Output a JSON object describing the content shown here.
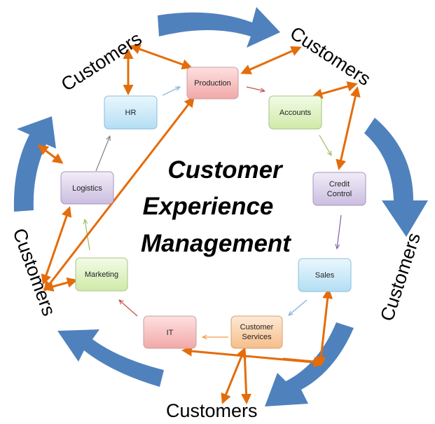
{
  "title": {
    "line1": "Customer",
    "line2": "Experience",
    "line3": "Management"
  },
  "customers": {
    "top_left": "Customers",
    "top_right": "Customers",
    "right": "Customers",
    "bottom": "Customers",
    "left": "Customers"
  },
  "departments": {
    "production": "Production",
    "accounts": "Accounts",
    "credit_control_1": "Credit",
    "credit_control_2": "Control",
    "sales": "Sales",
    "customer_services_1": "Customer",
    "customer_services_2": "Services",
    "it": "IT",
    "marketing": "Marketing",
    "logistics": "Logistics",
    "hr": "HR"
  },
  "colors": {
    "big_arrow": "#4f81bd",
    "link": "#e46c0a",
    "flow_arrow": "#8ea9c8",
    "pink": "#f4b6b6",
    "green": "#d9f0b8",
    "purple": "#d8cde8",
    "blue": "#c6e6f7",
    "orange": "#fad2ae"
  }
}
